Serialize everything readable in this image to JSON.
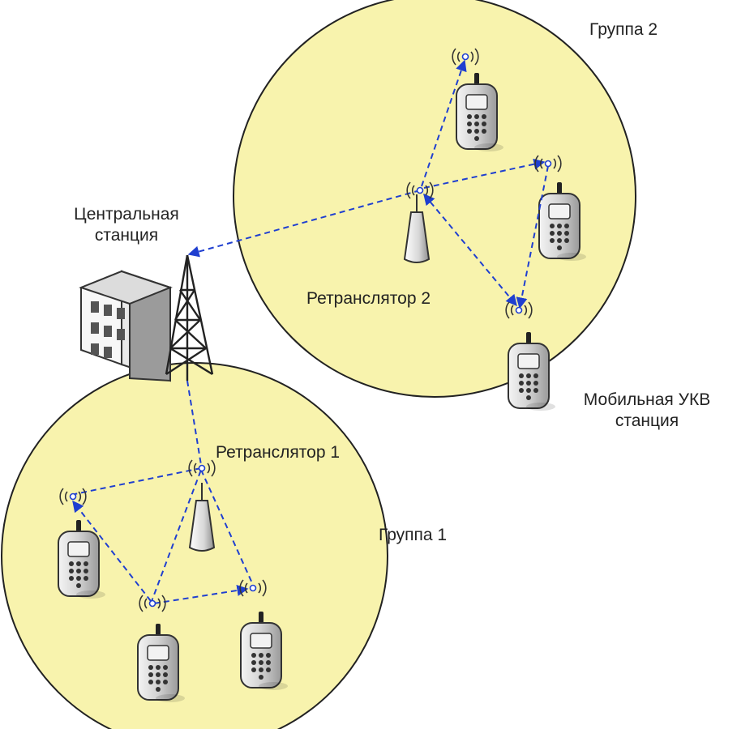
{
  "labels": {
    "group2": "Группа 2",
    "group1": "Группа 1",
    "central_station": [
      "Центральная",
      "станция"
    ],
    "repeater2": "Ретранслятор 2",
    "repeater1": "Ретранслятор 1",
    "mobile_station": [
      "Мобильная УКВ",
      "станция"
    ]
  },
  "colors": {
    "group_fill": "#f8f3ad",
    "group_stroke": "#222222",
    "link": "#1f3fd0",
    "device_gray": "#cfcfcf",
    "device_dark": "#2a2a2a"
  },
  "icons": {
    "central_building": "building-icon",
    "tower": "radio-tower-icon",
    "repeater": "repeater-antenna-icon",
    "handheld": "handheld-radio-icon",
    "signal": "signal-waves-icon"
  }
}
